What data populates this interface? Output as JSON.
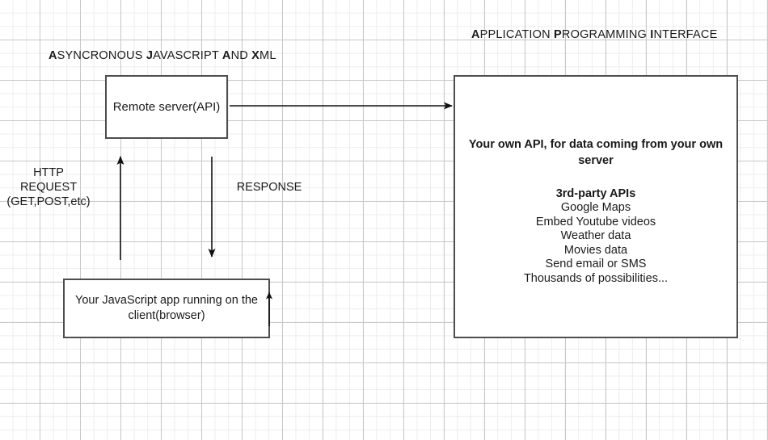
{
  "diagram": {
    "titles": {
      "ajax": {
        "full": "ASYNCRONOUS JAVASCRIPT AND XML",
        "parts": [
          {
            "text": "A",
            "bold": true
          },
          {
            "text": "SYNCRONOUS ",
            "bold": false
          },
          {
            "text": "J",
            "bold": true
          },
          {
            "text": "AVASCRIPT ",
            "bold": false
          },
          {
            "text": "A",
            "bold": true
          },
          {
            "text": "ND ",
            "bold": false
          },
          {
            "text": "X",
            "bold": true
          },
          {
            "text": "ML",
            "bold": false
          }
        ]
      },
      "api": {
        "full": "APPLICATION PROGRAMMING INTERFACE",
        "parts": [
          {
            "text": "A",
            "bold": true
          },
          {
            "text": "PPLICATION ",
            "bold": false
          },
          {
            "text": "P",
            "bold": true
          },
          {
            "text": "ROGRAMMING ",
            "bold": false
          },
          {
            "text": "I",
            "bold": true
          },
          {
            "text": "NTERFACE",
            "bold": false
          }
        ]
      }
    },
    "nodes": {
      "remote_server": {
        "label": "Remote server(API)"
      },
      "client_app": {
        "label": "Your JavaScript app running on the client(browser)"
      },
      "api_panel": {
        "headline": "Your own API, for data coming from your own server",
        "subhead": "3rd-party APIs",
        "items": [
          "Google Maps",
          "Embed Youtube videos",
          "Weather data",
          "Movies data",
          "Send email or SMS",
          "Thousands of possibilities..."
        ]
      }
    },
    "edges": {
      "http_request": {
        "label": "HTTP\nREQUEST\n(GET,POST,etc)"
      },
      "response": {
        "label": "RESPONSE"
      }
    },
    "colors": {
      "stroke": "#1a1a1a",
      "box_border": "#4d4d4d",
      "grid_major": "#c8c8c8",
      "grid_minor": "#ededed",
      "background": "#ffffff"
    }
  }
}
